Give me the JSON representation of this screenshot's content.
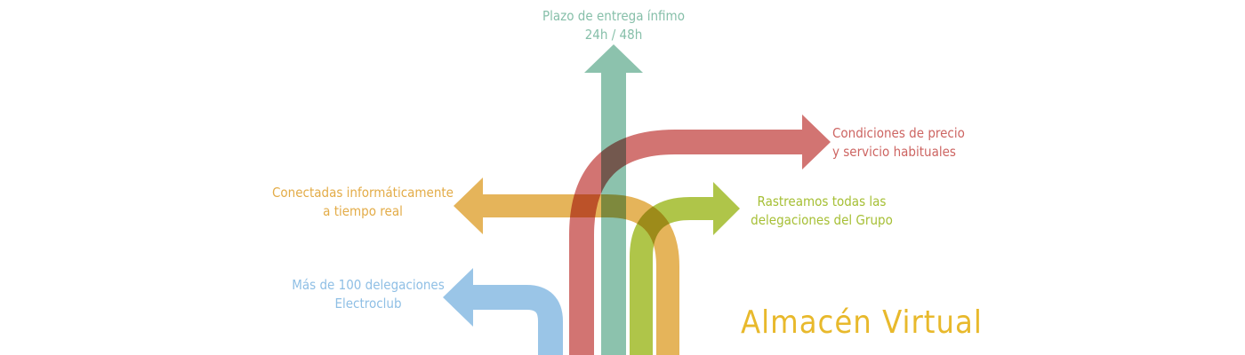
{
  "colors": {
    "teal": "#86BFA9",
    "red": "#CD6562",
    "orange": "#E3AC48",
    "green": "#A6BF35",
    "blue": "#8FBFE5",
    "title": "#E8B92C"
  },
  "arrows": [
    {
      "name": "teal-arrow",
      "color": "teal",
      "lines": [
        "Plazo de entrega ínfimo",
        "24h / 48h"
      ]
    },
    {
      "name": "red-arrow",
      "color": "red",
      "lines": [
        "Condiciones de precio",
        "y servicio habituales"
      ]
    },
    {
      "name": "orange-arrow",
      "color": "orange",
      "lines": [
        "Conectadas informáticamente",
        "a tiempo real"
      ]
    },
    {
      "name": "green-arrow",
      "color": "green",
      "lines": [
        "Rastreamos todas las",
        "delegaciones del Grupo"
      ]
    },
    {
      "name": "blue-arrow",
      "color": "blue",
      "lines": [
        "Más de 100 delegaciones",
        "Electroclub"
      ]
    }
  ],
  "title": "Almacén Virtual"
}
